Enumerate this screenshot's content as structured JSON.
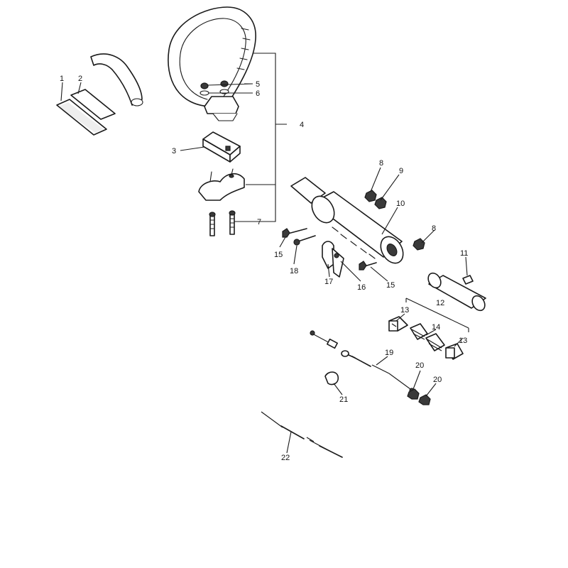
{
  "diagram": {
    "labels": {
      "p1": "1",
      "p2": "2",
      "p3": "3",
      "p4": "4",
      "p5": "5",
      "p6": "6",
      "p7": "7",
      "p8a": "8",
      "p8b": "8",
      "p9": "9",
      "p10": "10",
      "p11": "11",
      "p12": "12",
      "p13a": "13",
      "p13b": "13",
      "p14": "14",
      "p15a": "15",
      "p15b": "15",
      "p16": "16",
      "p17": "17",
      "p18": "18",
      "p19": "19",
      "p20a": "20",
      "p20b": "20",
      "p21": "21",
      "p22": "22"
    }
  }
}
